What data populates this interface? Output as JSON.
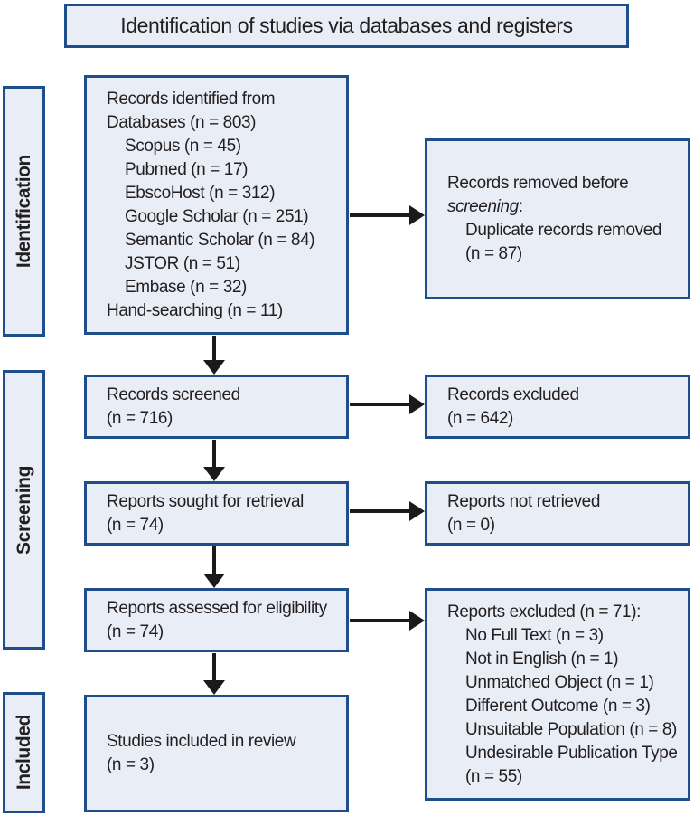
{
  "title": "Identification of studies via databases and registers",
  "colors": {
    "box_fill": "#e9edf6",
    "box_border": "#1f4e8c",
    "arrow": "#1a1a1a",
    "text": "#231f20"
  },
  "sidebar": {
    "items": [
      {
        "label": "Identification"
      },
      {
        "label": "Screening"
      },
      {
        "label": "Included"
      }
    ]
  },
  "boxes": {
    "records_identified": {
      "lines": [
        {
          "text": "Records identified from",
          "indent": 0
        },
        {
          "text": "Databases (n = 803)",
          "indent": 0
        },
        {
          "text": "Scopus (n = 45)",
          "indent": 1
        },
        {
          "text": "Pubmed (n = 17)",
          "indent": 1
        },
        {
          "text": "EbscoHost (n = 312)",
          "indent": 1
        },
        {
          "text": "Google Scholar (n = 251)",
          "indent": 1
        },
        {
          "text": "Semantic Scholar (n = 84)",
          "indent": 1
        },
        {
          "text": "JSTOR (n = 51)",
          "indent": 1
        },
        {
          "text": "Embase (n = 32)",
          "indent": 1
        },
        {
          "text": "Hand-searching (n = 11)",
          "indent": 0
        }
      ]
    },
    "records_removed": {
      "lines": [
        {
          "text": "Records removed before",
          "indent": 0
        },
        {
          "segments": [
            {
              "text": "screening",
              "italic": true
            },
            {
              "text": ":",
              "italic": false
            }
          ],
          "indent": 0
        },
        {
          "text": "Duplicate records removed",
          "indent": 1
        },
        {
          "text": "(n = 87)",
          "indent": 1
        }
      ]
    },
    "records_screened": {
      "lines": [
        {
          "text": "Records screened",
          "indent": 0
        },
        {
          "text": "(n = 716)",
          "indent": 0
        }
      ]
    },
    "records_excluded": {
      "lines": [
        {
          "text": "Records excluded",
          "indent": 0
        },
        {
          "text": "(n = 642)",
          "indent": 0
        }
      ]
    },
    "reports_sought": {
      "lines": [
        {
          "text": "Reports sought for retrieval",
          "indent": 0
        },
        {
          "text": "(n = 74)",
          "indent": 0
        }
      ]
    },
    "reports_not_retrieved": {
      "lines": [
        {
          "text": "Reports not retrieved",
          "indent": 0
        },
        {
          "text": "(n = 0)",
          "indent": 0
        }
      ]
    },
    "reports_assessed": {
      "lines": [
        {
          "text": "Reports assessed for eligibility",
          "indent": 0
        },
        {
          "text": "(n = 74)",
          "indent": 0
        }
      ]
    },
    "reports_excluded": {
      "lines": [
        {
          "text": "Reports excluded (n = 71):",
          "indent": 0
        },
        {
          "text": "No Full Text (n = 3)",
          "indent": 1
        },
        {
          "text": "Not in English (n = 1)",
          "indent": 1
        },
        {
          "text": "Unmatched Object (n = 1)",
          "indent": 1
        },
        {
          "text": "Different Outcome (n = 3)",
          "indent": 1
        },
        {
          "text": "Unsuitable Population (n = 8)",
          "indent": 1
        },
        {
          "text": "Undesirable Publication Type",
          "indent": 1
        },
        {
          "text": "(n = 55)",
          "indent": 1
        }
      ]
    },
    "studies_included": {
      "lines": [
        {
          "text": "Studies included in review",
          "indent": 0
        },
        {
          "text": "(n = 3)",
          "indent": 0
        }
      ]
    }
  }
}
